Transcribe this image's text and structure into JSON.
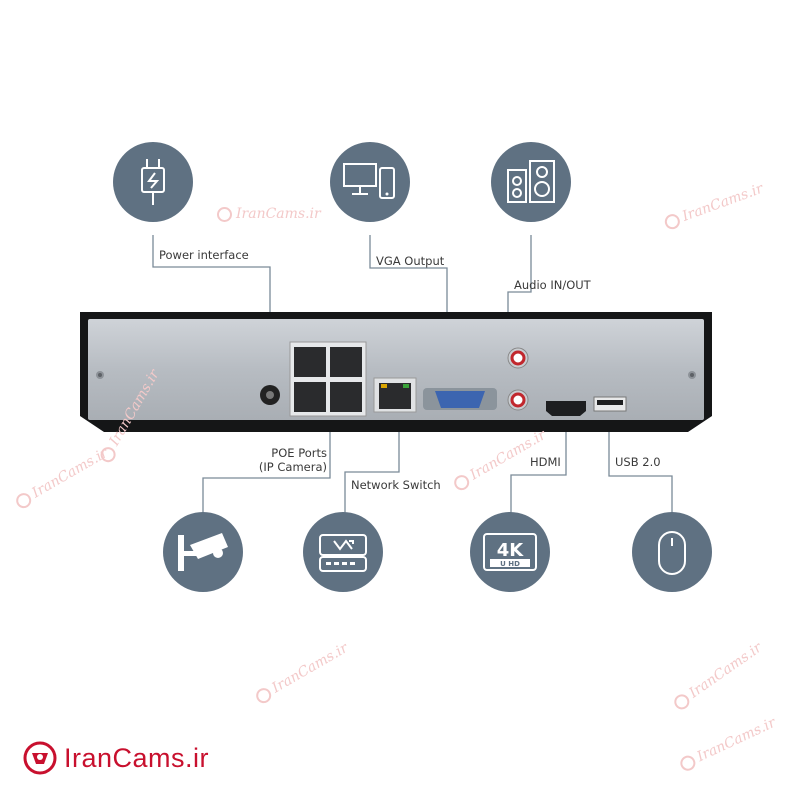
{
  "labels": {
    "power": "Power interface",
    "vga": "VGA Output",
    "audio": "Audio IN/OUT",
    "poe_line1": "POE Ports",
    "poe_line2": "(IP Camera)",
    "network": "Network Switch",
    "hdmi": "HDMI",
    "usb": "USB 2.0"
  },
  "watermark": "IranCams.ir",
  "brand": "IranCams.ir",
  "colors": {
    "circle": "#5f7182",
    "brand": "#c8102e",
    "line": "#7a8a98"
  }
}
